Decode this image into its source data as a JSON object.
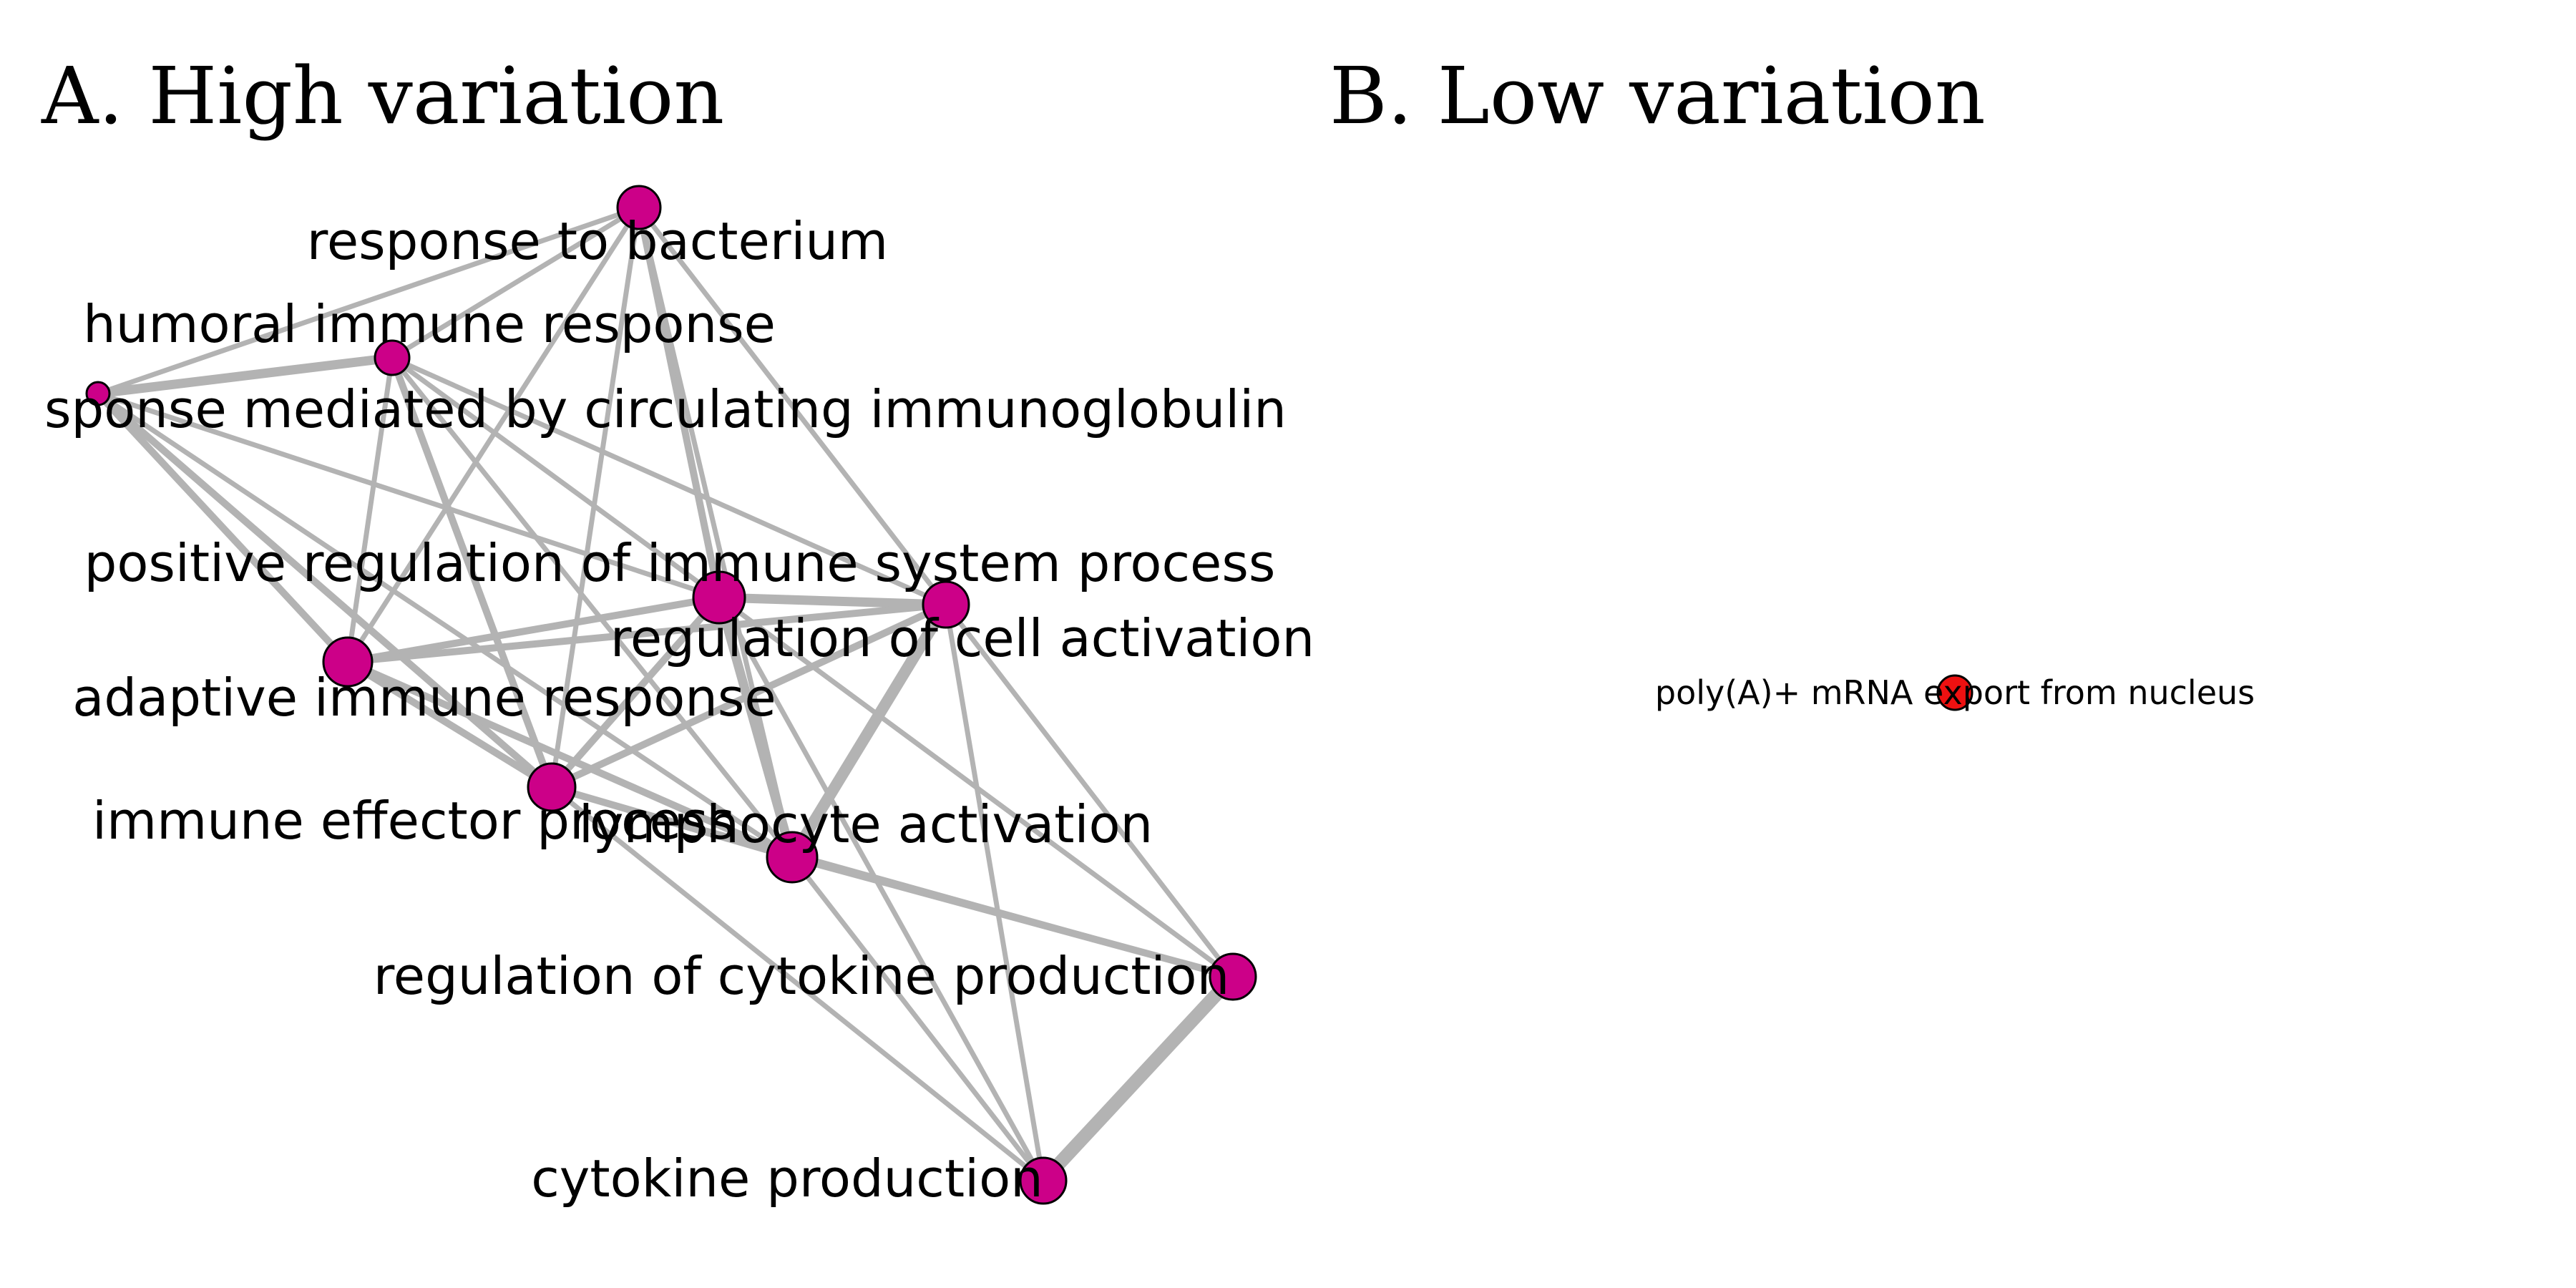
{
  "panels": [
    {
      "title": "A. High variation",
      "node_color": "#CC0088",
      "nodes": [
        {
          "id": "bacterium",
          "label": "response to bacterium"
        },
        {
          "id": "humoral",
          "label": "humoral immune response"
        },
        {
          "id": "circulating",
          "label": "sponse mediated by circulating immunoglobulin"
        },
        {
          "id": "pos_reg",
          "label": "positive regulation of immune system process"
        },
        {
          "id": "reg_cell",
          "label": "regulation of cell activation"
        },
        {
          "id": "adaptive",
          "label": "adaptive immune response"
        },
        {
          "id": "effector",
          "label": "immune effector process"
        },
        {
          "id": "lymph",
          "label": "lymphocyte activation"
        },
        {
          "id": "reg_cyt",
          "label": "regulation of cytokine production"
        },
        {
          "id": "cyt",
          "label": "cytokine production"
        }
      ],
      "edges": [
        {
          "source": "circulating",
          "target": "humoral",
          "weight": 3
        },
        {
          "source": "circulating",
          "target": "bacterium",
          "weight": 1
        },
        {
          "source": "circulating",
          "target": "adaptive",
          "weight": 2
        },
        {
          "source": "circulating",
          "target": "effector",
          "weight": 2
        },
        {
          "source": "circulating",
          "target": "pos_reg",
          "weight": 1
        },
        {
          "source": "circulating",
          "target": "lymph",
          "weight": 1
        },
        {
          "source": "humoral",
          "target": "bacterium",
          "weight": 1
        },
        {
          "source": "humoral",
          "target": "pos_reg",
          "weight": 1
        },
        {
          "source": "humoral",
          "target": "reg_cell",
          "weight": 1
        },
        {
          "source": "humoral",
          "target": "adaptive",
          "weight": 1
        },
        {
          "source": "humoral",
          "target": "effector",
          "weight": 2
        },
        {
          "source": "humoral",
          "target": "lymph",
          "weight": 1
        },
        {
          "source": "bacterium",
          "target": "pos_reg",
          "weight": 2
        },
        {
          "source": "bacterium",
          "target": "adaptive",
          "weight": 1
        },
        {
          "source": "bacterium",
          "target": "effector",
          "weight": 1
        },
        {
          "source": "bacterium",
          "target": "reg_cell",
          "weight": 1
        },
        {
          "source": "bacterium",
          "target": "lymph",
          "weight": 1
        },
        {
          "source": "pos_reg",
          "target": "reg_cell",
          "weight": 3
        },
        {
          "source": "pos_reg",
          "target": "adaptive",
          "weight": 2
        },
        {
          "source": "pos_reg",
          "target": "effector",
          "weight": 2
        },
        {
          "source": "pos_reg",
          "target": "lymph",
          "weight": 3
        },
        {
          "source": "pos_reg",
          "target": "reg_cyt",
          "weight": 1
        },
        {
          "source": "pos_reg",
          "target": "cyt",
          "weight": 1
        },
        {
          "source": "reg_cell",
          "target": "adaptive",
          "weight": 2
        },
        {
          "source": "reg_cell",
          "target": "effector",
          "weight": 2
        },
        {
          "source": "reg_cell",
          "target": "lymph",
          "weight": 4
        },
        {
          "source": "reg_cell",
          "target": "reg_cyt",
          "weight": 1
        },
        {
          "source": "reg_cell",
          "target": "cyt",
          "weight": 1
        },
        {
          "source": "adaptive",
          "target": "effector",
          "weight": 2
        },
        {
          "source": "adaptive",
          "target": "lymph",
          "weight": 2
        },
        {
          "source": "effector",
          "target": "lymph",
          "weight": 2
        },
        {
          "source": "effector",
          "target": "cyt",
          "weight": 1
        },
        {
          "source": "effector",
          "target": "reg_cyt",
          "weight": 1
        },
        {
          "source": "lymph",
          "target": "reg_cyt",
          "weight": 2
        },
        {
          "source": "lymph",
          "target": "cyt",
          "weight": 1
        },
        {
          "source": "reg_cyt",
          "target": "cyt",
          "weight": 5
        }
      ]
    },
    {
      "title": "B. Low variation",
      "node_color": "#EE1111",
      "nodes": [
        {
          "id": "polya",
          "label": "poly(A)+ mRNA export from nucleus"
        }
      ],
      "edges": []
    }
  ]
}
